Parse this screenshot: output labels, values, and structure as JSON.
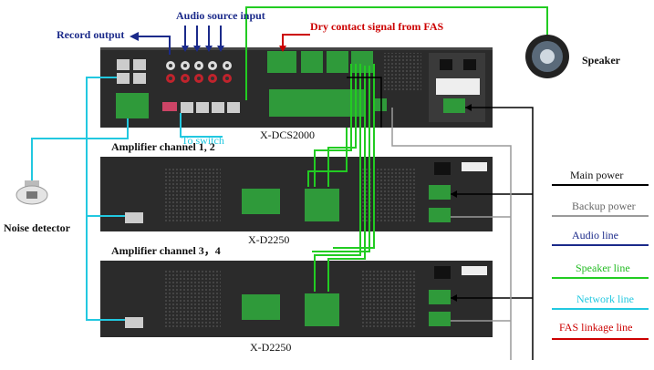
{
  "labels": {
    "record_output": "Record output",
    "audio_source_input": "Audio source input",
    "dry_contact": "Dry contact signal from FAS",
    "speaker": "Speaker",
    "noise_detector": "Noise detector",
    "to_switch": "To switch",
    "amp_ch12": "Amplifier channel 1, 2",
    "amp_ch34": "Amplifier channel 3，4",
    "dev_main": "X-DCS2000",
    "dev_amp1": "X-D2250",
    "dev_amp2": "X-D2250"
  },
  "legend": [
    {
      "label": "Main power",
      "color": "#000000"
    },
    {
      "label": "Backup power",
      "color": "#9a9a9a"
    },
    {
      "label": "Audio  line",
      "color": "#1b2a8a"
    },
    {
      "label": "Speaker line",
      "color": "#22cc22"
    },
    {
      "label": "Network line",
      "color": "#22c8e0"
    },
    {
      "label": "FAS linkage line",
      "color": "#cc0000"
    }
  ],
  "colors": {
    "chassis": "#2b2b2b",
    "record_output_text": "#1b2a8a",
    "audio_source_text": "#1b2a8a",
    "dry_contact_text": "#cc0000",
    "to_switch_text": "#22c8e0"
  }
}
